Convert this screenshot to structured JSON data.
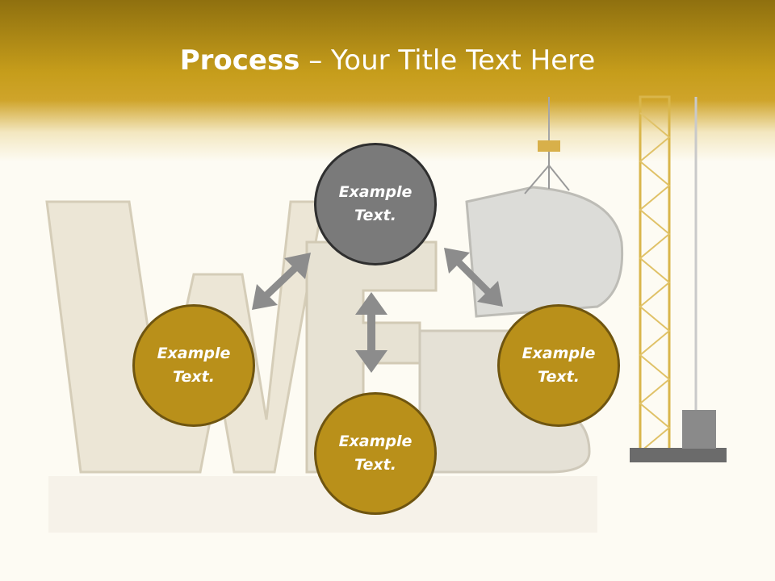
{
  "slide": {
    "title_bold": "Process",
    "title_rest": " – Your Title Text Here",
    "circles": {
      "top": "Example Text.",
      "left": "Example Text.",
      "right": "Example Text.",
      "bottom": "Example Text."
    },
    "colors": {
      "header_gold": "#c69d1b",
      "circle_gold": "#b9901a",
      "circle_grey": "#7a7a7a",
      "arrow_grey": "#8c8c8c"
    }
  }
}
